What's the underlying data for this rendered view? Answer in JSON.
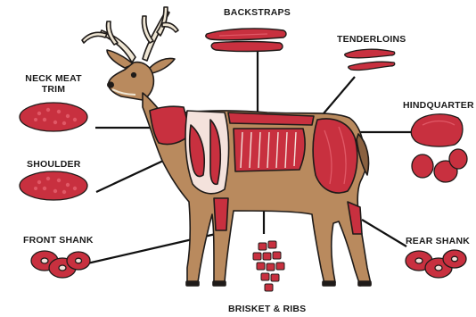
{
  "labels": {
    "backstraps": "BACKSTRAPS",
    "tenderloins": "TENDERLOINS",
    "neck_line1": "NECK MEAT",
    "neck_line2": "TRIM",
    "hindquarter": "HINDQUARTER",
    "shoulder": "SHOULDER",
    "front_shank": "FRONT SHANK",
    "rear_shank": "REAR SHANK",
    "brisket_ribs": "BRISKET & RIBS"
  },
  "colors": {
    "hide": "#b98a5e",
    "hide_dark": "#8a6140",
    "meat": "#c8303f",
    "meat_light": "#e05866",
    "fat": "#f4e2dc",
    "outline": "#1f1b19",
    "leader": "#111111"
  }
}
